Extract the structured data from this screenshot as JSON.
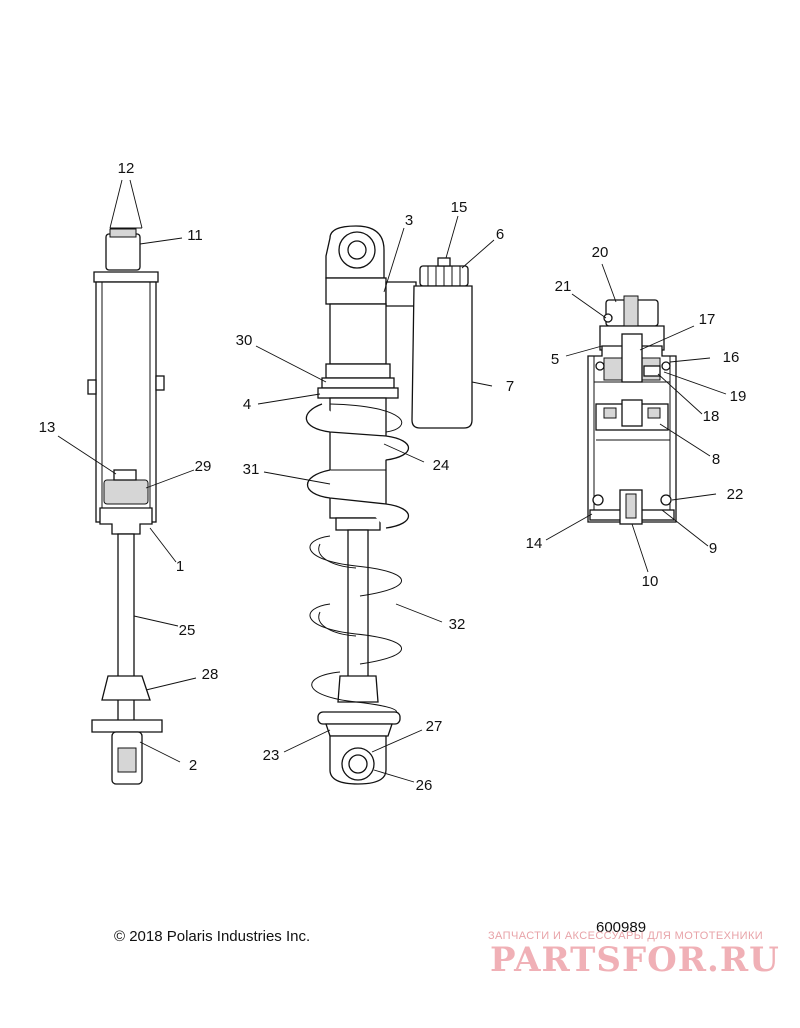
{
  "callouts": [
    "1",
    "2",
    "3",
    "4",
    "5",
    "6",
    "7",
    "8",
    "9",
    "10",
    "11",
    "12",
    "13",
    "14",
    "15",
    "16",
    "17",
    "18",
    "19",
    "20",
    "21",
    "22",
    "23",
    "24",
    "25",
    "26",
    "27",
    "28",
    "29",
    "30",
    "31",
    "32"
  ],
  "footer": {
    "copyright": "© 2018 Polaris Industries Inc.",
    "drawing_number": "600989"
  },
  "watermark": {
    "tagline": "ЗАПЧАСТИ И АКСЕССУАРЫ ДЛЯ МОТОТЕХНИКИ",
    "brand": "PARTSFOR.RU",
    "color": "#e8a3a8"
  },
  "colors": {
    "line": "#111111",
    "background": "#ffffff"
  }
}
